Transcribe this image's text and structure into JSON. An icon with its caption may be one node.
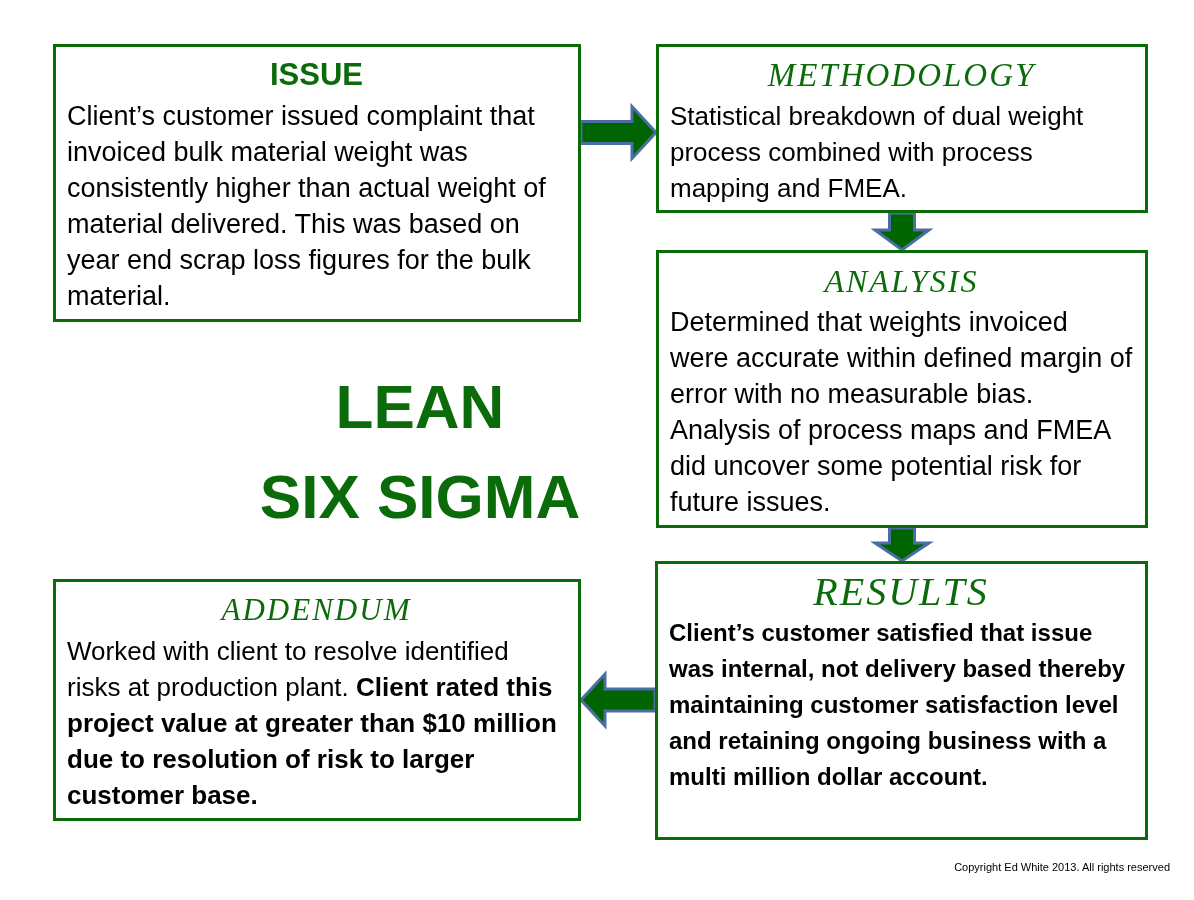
{
  "diagram": {
    "nodes": [
      {
        "text": [
          "ISSUE",
          "Client’s customer issued complaint that invoiced bulk material weight was consistently higher than actual weight of material delivered. This was based on year end scrap loss figures for the bulk material."
        ]
      },
      {
        "text": [
          "METHODOLOGY",
          "Statistical breakdown of dual weight process combined with process mapping and FMEA."
        ]
      },
      {
        "text": [
          "ANALYSIS",
          "Determined that weights invoiced were accurate within defined margin of error with no measurable bias. Analysis of process maps and FMEA did uncover some potential risk for future issues."
        ]
      },
      {
        "text": [
          "RESULTS",
          "Client’s customer satisfied that issue was internal, not delivery based thereby maintaining customer satisfaction level and retaining ongoing business with a multi million dollar account."
        ]
      },
      {
        "text": [
          "ADDENDUM",
          "Worked with client to resolve identified risks at production plant. **Client rated this project value at greater than $10 million due to resolution of risk to larger customer base.**"
        ]
      }
    ],
    "edges": [
      {
        "from": 0,
        "to": 1,
        "arrow": "to"
      },
      {
        "from": 1,
        "to": 2,
        "arrow": "to"
      },
      {
        "from": 2,
        "to": 3,
        "arrow": "to"
      },
      {
        "from": 3,
        "to": 4,
        "arrow": "to"
      }
    ],
    "labels": [
      "LEAN SIX SIGMA",
      "Copyright Ed White 2013. All rights reserved"
    ]
  }
}
